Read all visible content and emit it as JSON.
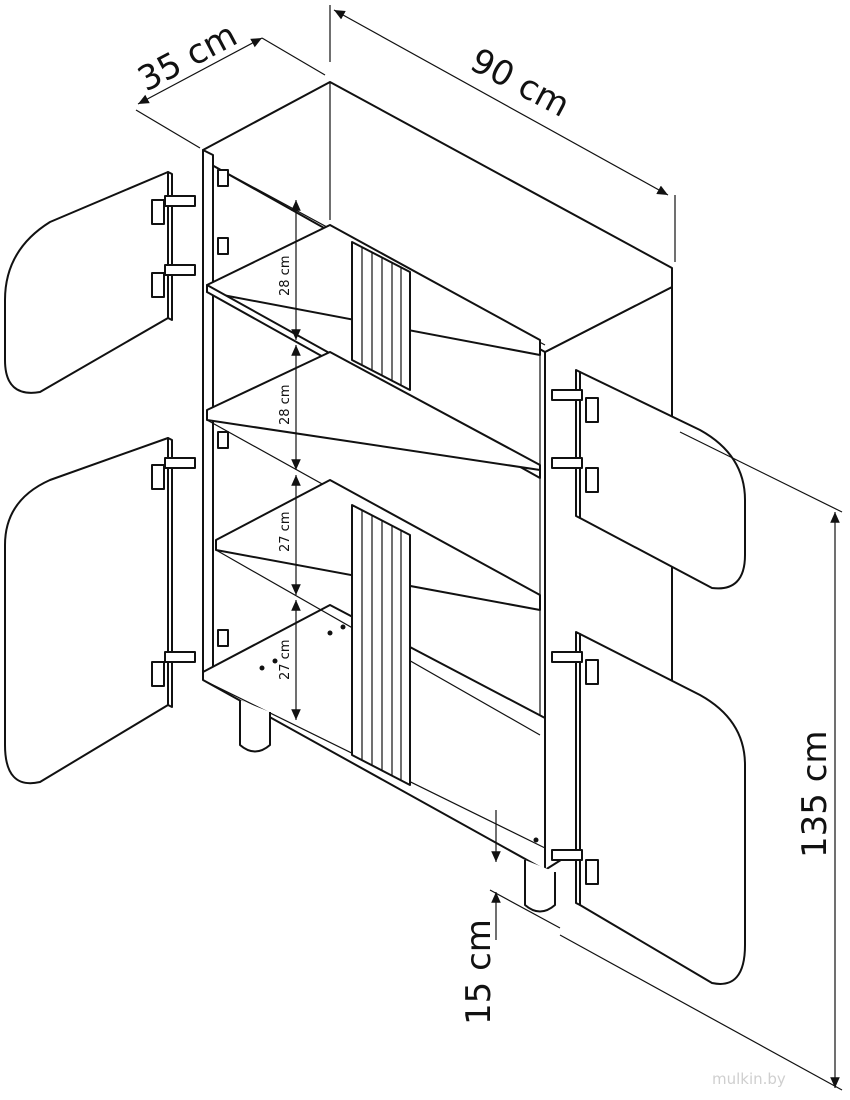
{
  "dimensions": {
    "depth": "35 cm",
    "width": "90 cm",
    "height": "135 cm",
    "leg_height": "15 cm",
    "shelf_gaps": [
      "28 cm",
      "28 cm",
      "27 cm",
      "27 cm"
    ]
  },
  "watermark": "mulkin.by",
  "colors": {
    "line": "#111111",
    "background": "#ffffff"
  }
}
